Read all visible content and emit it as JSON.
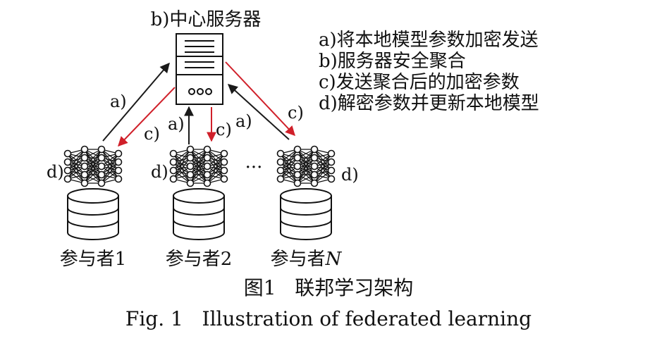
{
  "server": {
    "label": "b)中心服务器"
  },
  "legend": {
    "items": [
      "a)将本地模型参数加密发送",
      "b)服务器安全聚合",
      "c)发送聚合后的加密参数",
      "d)解密参数并更新本地模型"
    ]
  },
  "participants": [
    {
      "name": "参与者1",
      "update_label": "d)"
    },
    {
      "name": "参与者2",
      "update_label": "d)"
    },
    {
      "name": "参与者",
      "name_italic": "N",
      "update_label": "d)"
    }
  ],
  "ellipsis": "···",
  "arrows": {
    "send_label": "a)",
    "return_label": "c)"
  },
  "colors": {
    "send": "#1a1a1a",
    "return": "#d0202a",
    "ink": "#111111"
  },
  "caption": {
    "zh": "图1   联邦学习架构",
    "en": "Fig. 1   Illustration of federated learning"
  }
}
